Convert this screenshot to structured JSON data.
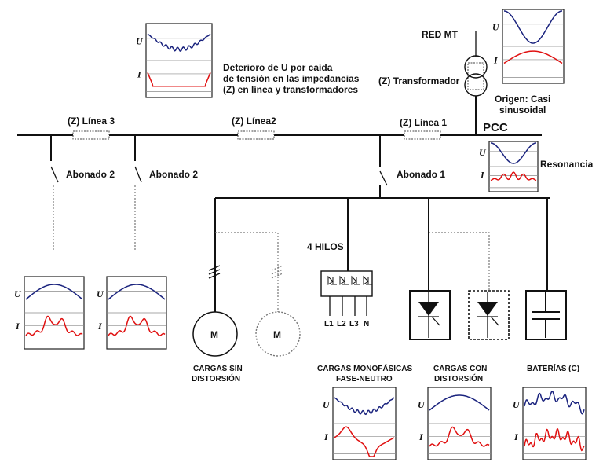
{
  "labels": {
    "red_mt": "RED MT",
    "transformador": "(Z) Transformador",
    "origen_line1": "Origen: Casi",
    "origen_line2": "sinusoidal",
    "pcc": "PCC",
    "resonancia": "Resonancia",
    "deterioro_line1": "Deterioro de U por caída",
    "deterioro_line2": "de tensión en las impedancias",
    "deterioro_line3": "(Z) en línea y transformadores",
    "linea1": "(Z) Línea 1",
    "linea2": "(Z) Línea2",
    "linea3": "(Z) Línea 3",
    "abonado1": "Abonado  1",
    "abonado2a": "Abonado  2",
    "abonado2b": "Abonado  2",
    "cuatro_hilos": "4 HILOS",
    "l1": "L1",
    "l2": "L2",
    "l3": "L3",
    "n": "N",
    "motor1": "M",
    "motor2": "M",
    "cargas_sin_line1": "CARGAS SIN",
    "cargas_sin_line2": "DISTORSIÓN",
    "mono_line1": "CARGAS MONOFÁSICAS",
    "mono_line2": "FASE-NEUTRO",
    "con_line1": "CARGAS CON",
    "con_line2": "DISTORSIÓN",
    "baterias": "BATERÍAS (C)"
  },
  "waveform_labels": {
    "u": "U",
    "i": "I"
  },
  "colors": {
    "voltage": "#1a237e",
    "current": "#e01010",
    "grid": "#8a8a8a",
    "line": "#111111"
  }
}
